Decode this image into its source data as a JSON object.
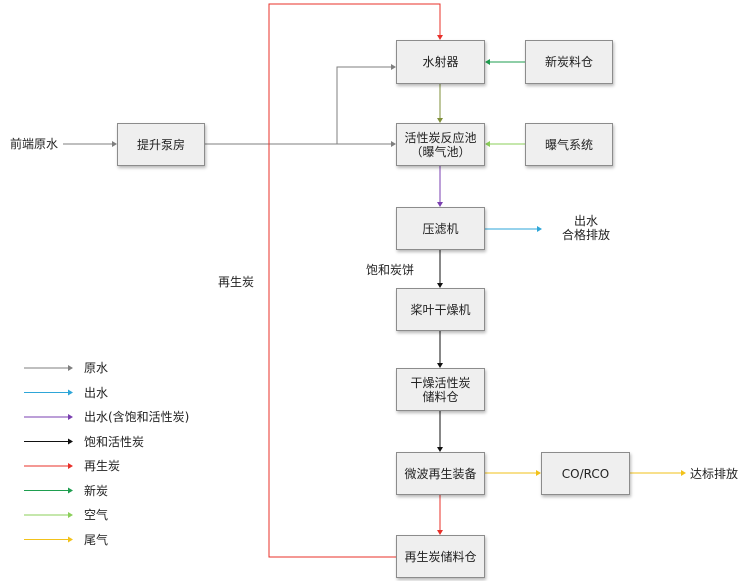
{
  "nodes": {
    "water_ejector": "水射器",
    "new_carbon_bin": "新炭料仓",
    "pump_house": "提升泵房",
    "reactor": "活性炭反应池\n（曝气池）",
    "aeration": "曝气系统",
    "filter_press": "压滤机",
    "dryer": "桨叶干燥机",
    "dry_carbon_bin": "干燥活性炭\n储料仓",
    "microwave": "微波再生装备",
    "co_rco": "CO/RCO",
    "regen_bin": "再生炭储料仓"
  },
  "labels": {
    "front_raw_water": "前端原水",
    "outlet": "出水\n合格排放",
    "saturated_cake": "饱和炭饼",
    "regen_carbon": "再生炭",
    "compliant_discharge": "达标排放"
  },
  "legend": [
    {
      "label": "原水",
      "color": "#7f7f7f"
    },
    {
      "label": "出水",
      "color": "#2ea6d8"
    },
    {
      "label": "出水(含饱和活性炭)",
      "color": "#7a3fb0"
    },
    {
      "label": "饱和活性炭",
      "color": "#111111"
    },
    {
      "label": "再生炭",
      "color": "#e8302a"
    },
    {
      "label": "新炭",
      "color": "#1e9e4f"
    },
    {
      "label": "空气",
      "color": "#8bcf5a"
    },
    {
      "label": "尾气",
      "color": "#f2c21a"
    }
  ],
  "colors": {
    "raw_water": "#7f7f7f",
    "outlet": "#2ea6d8",
    "outlet_with_carbon": "#7a3fb0",
    "saturated_carbon": "#111111",
    "regen_carbon": "#e8302a",
    "new_carbon": "#1e9e4f",
    "air": "#8bcf5a",
    "tail_gas": "#f2c21a",
    "olive_link": "#7f8f3a"
  }
}
